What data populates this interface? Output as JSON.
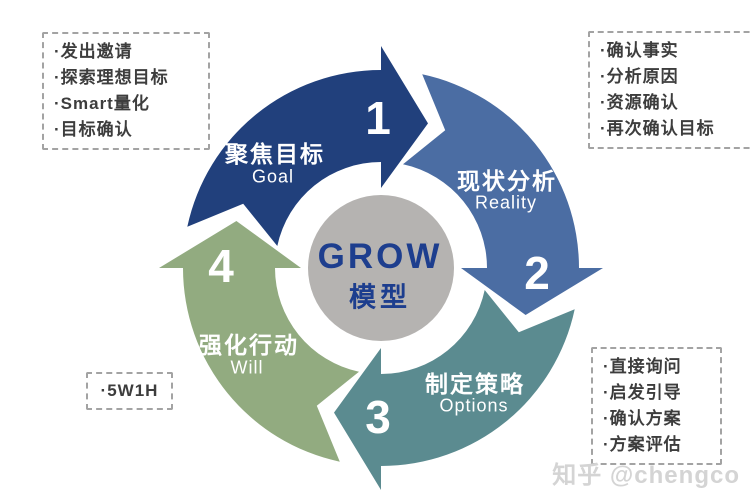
{
  "center": {
    "line1": "GROW",
    "line2": "模型",
    "text_color": "#1d3e8e",
    "circle_color": "#b5b3b1"
  },
  "segments": [
    {
      "number": "1",
      "label_zh": "聚焦目标",
      "label_en": "Goal",
      "color": "#21407c"
    },
    {
      "number": "2",
      "label_zh": "现状分析",
      "label_en": "Reality",
      "color": "#4b6da3"
    },
    {
      "number": "3",
      "label_zh": "制定策略",
      "label_en": "Options",
      "color": "#5b8b90"
    },
    {
      "number": "4",
      "label_zh": "强化行动",
      "label_en": "Will",
      "color": "#92ab80"
    }
  ],
  "notes": {
    "goal": {
      "items": [
        "·发出邀请",
        "·探索理想目标",
        "·Smart量化",
        "·目标确认"
      ]
    },
    "reality": {
      "items": [
        "·确认事实",
        "·分析原因",
        "·资源确认",
        "·再次确认目标"
      ]
    },
    "options": {
      "items": [
        "·直接询问",
        "·启发引导",
        "·确认方案",
        "·方案评估"
      ]
    },
    "will": {
      "items": [
        "·5W1H"
      ]
    }
  },
  "watermark": {
    "text": "知乎 @chengco"
  }
}
